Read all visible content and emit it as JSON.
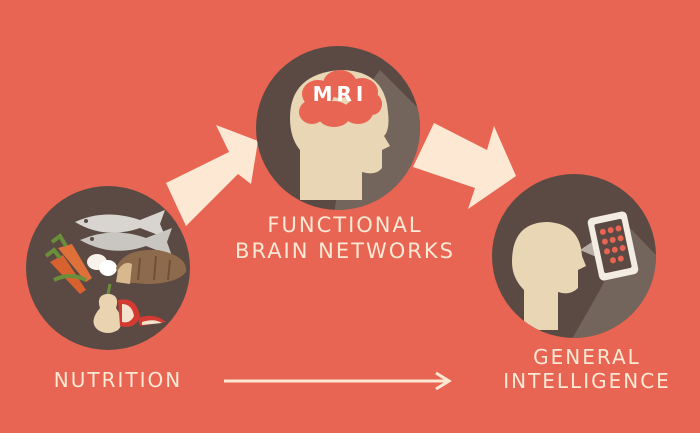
{
  "labels": {
    "nutrition": "NUTRITION",
    "brain_line1": "FUNCTIONAL",
    "brain_line2": "BRAIN NETWORKS",
    "intel_line1": "GENERAL",
    "intel_line2": "INTELLIGENCE",
    "mri": "MRI"
  },
  "colors": {
    "background": "#e86553",
    "circle": "#5a4a43",
    "shadow": "#74655c",
    "arrow": "#fde8d4",
    "head": "#e9d6b4",
    "brain": "#e86553"
  },
  "icons": {
    "nutrition": "food-icon",
    "brain": "mri-brain-head-icon",
    "intelligence": "head-viewing-screen-icon"
  }
}
